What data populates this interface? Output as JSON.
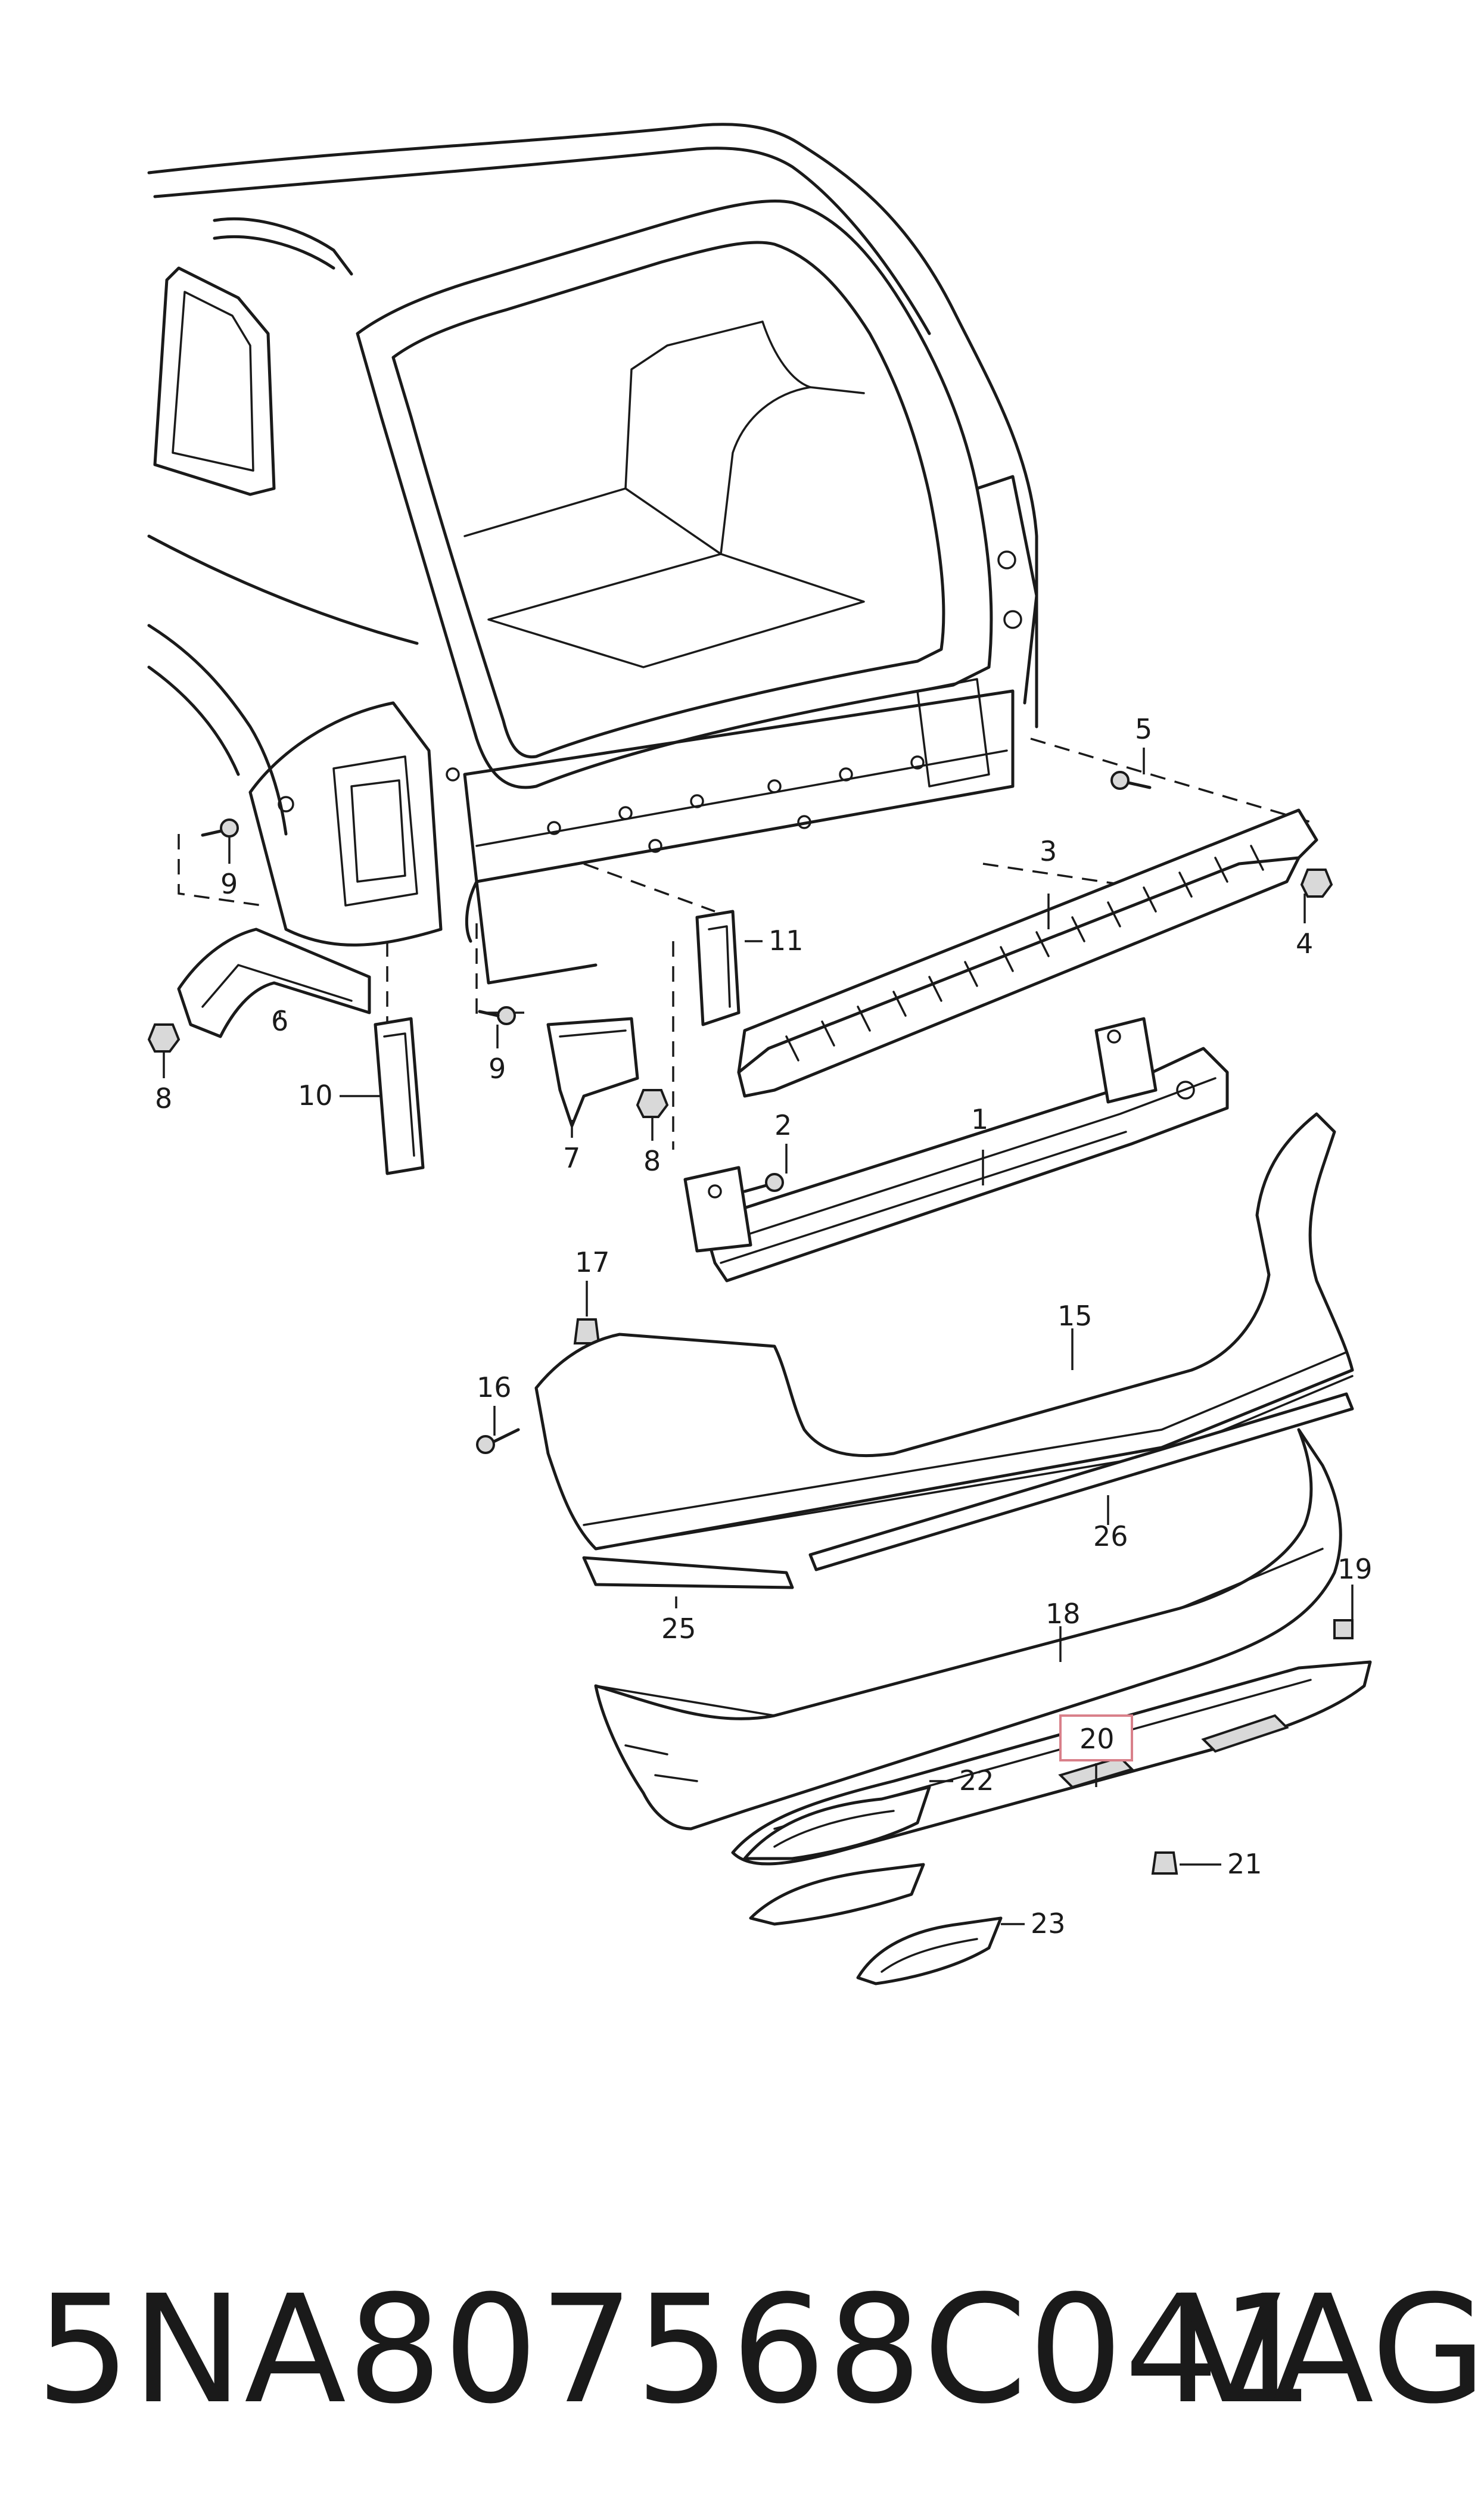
{
  "diagram": {
    "callouts": [
      "1",
      "2",
      "3",
      "4",
      "5",
      "6",
      "7",
      "8",
      "8",
      "9",
      "9",
      "10",
      "11",
      "15",
      "16",
      "17",
      "18",
      "19",
      "20",
      "21",
      "22",
      "23",
      "25",
      "26"
    ],
    "highlighted_callout": "20"
  },
  "footer": {
    "part_number": "5NA807568C041",
    "brand": "VAG"
  }
}
